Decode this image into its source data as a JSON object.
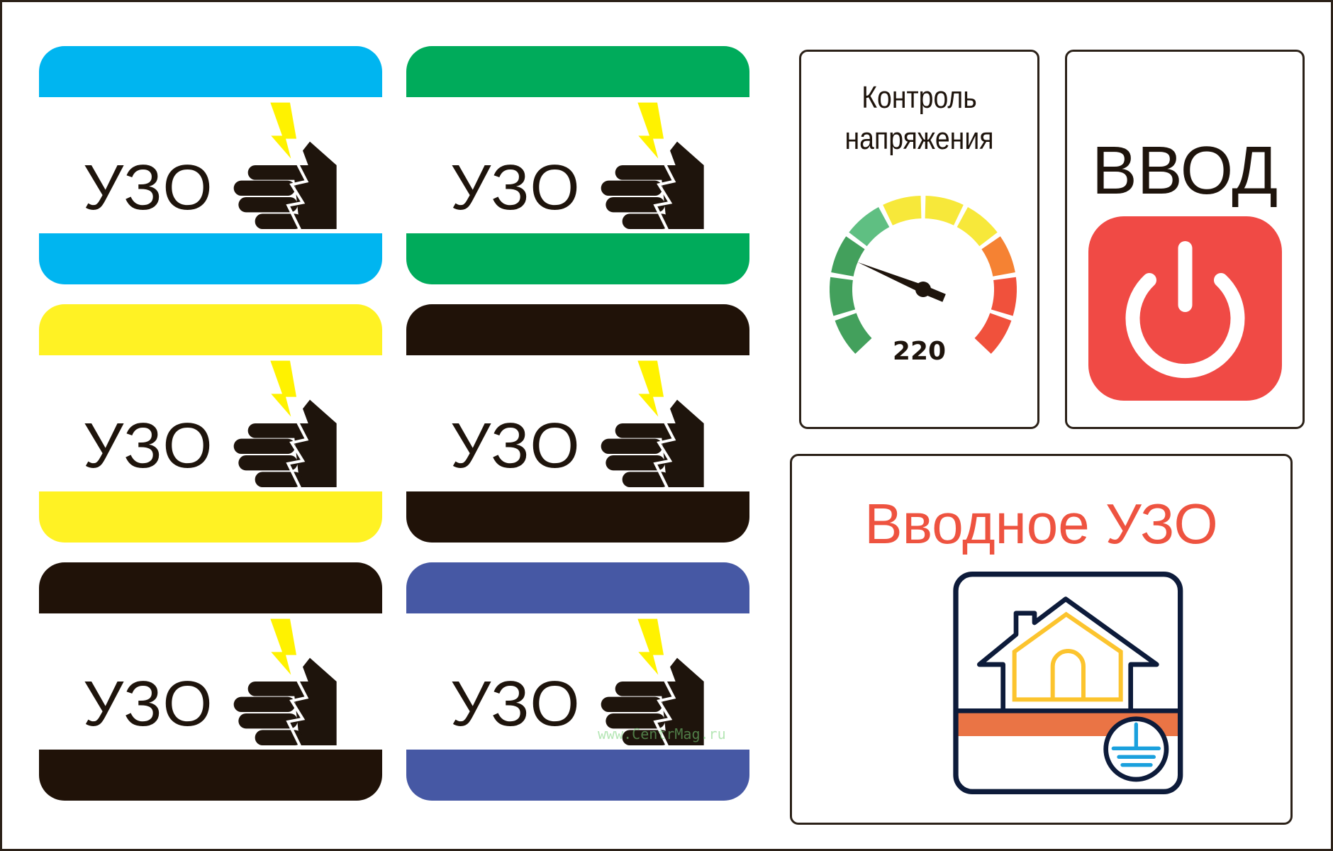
{
  "labels": [
    {
      "text": "УЗО",
      "band_color": "#00b5f0"
    },
    {
      "text": "УЗО",
      "band_color": "#00ab5b"
    },
    {
      "text": "УЗО",
      "band_color": "#fff224"
    },
    {
      "text": "УЗО",
      "band_color": "#201208"
    },
    {
      "text": "УЗО",
      "band_color": "#201208"
    },
    {
      "text": "УЗО",
      "band_color": "#4658a4"
    }
  ],
  "gauge_panel": {
    "title_line1": "Контроль",
    "title_line2": "напряжения",
    "value": "220",
    "needle_fraction": 0.25,
    "segment_colors": [
      "#43a05c",
      "#43a05c",
      "#43a05c",
      "#5fbf82",
      "#f7e83a",
      "#f7e83a",
      "#f7e83a",
      "#f58233",
      "#f0513c",
      "#f0513c"
    ]
  },
  "vvod_panel": {
    "title": "ВВОД",
    "button_color": "#f04a45"
  },
  "input_rcd_panel": {
    "title": "Вводное УЗО"
  },
  "watermark": "www.CentrMag.ru"
}
